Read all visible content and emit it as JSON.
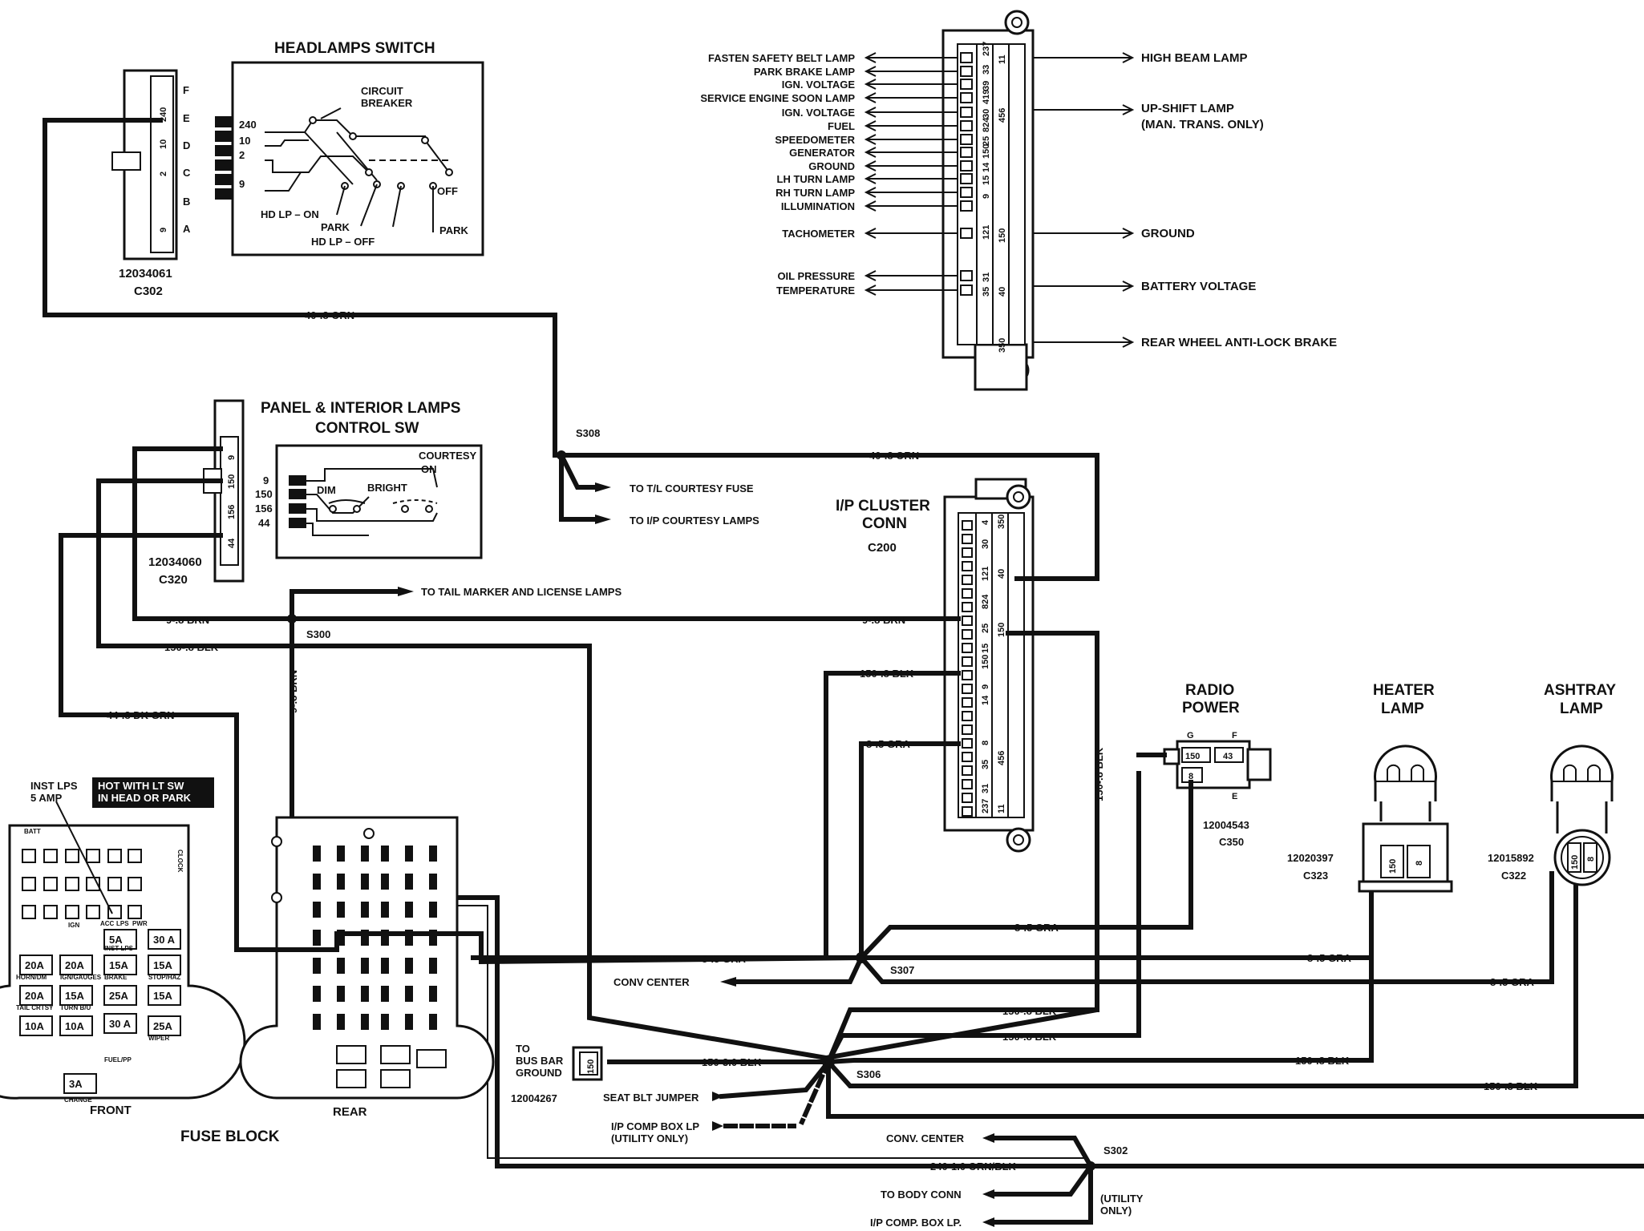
{
  "headlamps_switch": {
    "title": "HEADLAMPS SWITCH",
    "part_number": "12034061",
    "connector": "C302",
    "cavities": [
      "F",
      "E",
      "D",
      "C",
      "B",
      "A"
    ],
    "pin_labels": [
      "240",
      "10",
      "2",
      "9"
    ],
    "circuit_breaker": "CIRCUIT\nBREAKER",
    "positions": [
      "HD LP – ON",
      "PARK",
      "HD LP – OFF",
      "OFF",
      "PARK"
    ]
  },
  "cluster_top": {
    "left_labels": [
      "FASTEN SAFETY BELT LAMP",
      "PARK BRAKE LAMP",
      "IGN. VOLTAGE",
      "SERVICE ENGINE SOON LAMP",
      "IGN. VOLTAGE",
      "FUEL",
      "SPEEDOMETER",
      "GENERATOR",
      "GROUND",
      "LH TURN LAMP",
      "RH TURN LAMP",
      "ILLUMINATION",
      "TACHOMETER",
      "OIL PRESSURE",
      "TEMPERATURE"
    ],
    "pins_a": [
      "237",
      "33",
      "39",
      "419",
      "30",
      "824",
      "25",
      "150",
      "14",
      "15",
      "9",
      "121",
      "31",
      "35"
    ],
    "pins_b": [
      "11",
      "456",
      "150",
      "40",
      "350"
    ],
    "right_labels": [
      "HIGH BEAM LAMP",
      "UP-SHIFT LAMP",
      "(MAN. TRANS. ONLY)",
      "GROUND",
      "BATTERY VOLTAGE",
      "REAR WHEEL ANTI-LOCK BRAKE"
    ]
  },
  "panel_switch": {
    "title_line1": "PANEL & INTERIOR LAMPS",
    "title_line2": "CONTROL SW",
    "part_number": "12034060",
    "connector": "C320",
    "pins": [
      "9",
      "150",
      "156",
      "44"
    ],
    "labels": [
      "DIM",
      "BRIGHT",
      "COURTESY",
      "ON"
    ]
  },
  "cluster_conn": {
    "title_line1": "I/P CLUSTER",
    "title_line2": "CONN",
    "connector": "C200",
    "pins_a": [
      "4",
      "30",
      "121",
      "824",
      "25",
      "15",
      "150",
      "9",
      "14",
      "8",
      "35",
      "31",
      "237"
    ],
    "pins_b": [
      "350",
      "40",
      "150",
      "456",
      "11"
    ]
  },
  "wires": {
    "w40_orn_a": "40-.8 ORN",
    "w40_orn_b": "40-.8 ORN",
    "w9_brn_a": "9-.8 BRN",
    "w9_brn_b": "9-.8 BRN",
    "w9_brn_c": "9-.8 BRN",
    "w150_blk_a": "150-.8 BLK",
    "w150_blk_b": "150-.8 BLK",
    "w150_blk_c": "150-.8 BLK",
    "w150_blk_d": "150-.8 BLK",
    "w150_blk_e": "150-.8 BLK",
    "w150_blk_f": "150-.8 BLK",
    "w150_blk_g": "150-.8 BLK",
    "w44_dkgrn": "44-.8 DK GRN",
    "w8_gra_a": "8-.5 GRA",
    "w8_gra_b": "8-.5 GRA",
    "w8_gra_c": "8-.5 GRA",
    "w8_gra_d": "8-.5 GRA",
    "w8_gra_e": "8-.5 GRA",
    "w150_3blk": "150-3.0 BLK",
    "w240_orn_blk": "240-1.0 ORN/BLK"
  },
  "splices": [
    "S308",
    "S300",
    "S307",
    "S306",
    "S302"
  ],
  "destinations": {
    "tl_courtesy_fuse": "TO T/L COURTESY FUSE",
    "ip_courtesy_lamps": "TO I/P COURTESY LAMPS",
    "tail_marker": "TO TAIL MARKER AND LICENSE LAMPS",
    "conv_center_a": "CONV CENTER",
    "conv_center_b": "CONV. CENTER",
    "bus_bar": "TO\nBUS BAR\nGROUND",
    "bus_bar_part": "12004267",
    "bus_bar_pin": "150",
    "seat_blt": "SEAT BLT JUMPER",
    "ip_comp_lp": "I/P COMP BOX LP\n(UTILITY ONLY)",
    "body_conn": "TO BODY CONN",
    "ip_comp_lp2": "I/P COMP. BOX LP.",
    "utility_only": "(UTILITY\nONLY)"
  },
  "radio_power": {
    "title_line1": "RADIO",
    "title_line2": "POWER",
    "pins": [
      "150",
      "43",
      "8"
    ],
    "cavities": [
      "G",
      "F",
      "E"
    ],
    "part_number": "12004543",
    "connector": "C350"
  },
  "heater_lamp": {
    "title_line1": "HEATER",
    "title_line2": "LAMP",
    "pins": [
      "150",
      "8"
    ],
    "part_number": "12020397",
    "connector": "C323"
  },
  "ashtray_lamp": {
    "title_line1": "ASHTRAY",
    "title_line2": "LAMP",
    "pins": [
      "150",
      "8"
    ],
    "part_number": "12015892",
    "connector": "C322"
  },
  "fuse_block": {
    "title": "FUSE BLOCK",
    "front_label": "FRONT",
    "rear_label": "REAR",
    "inst_lps": "INST LPS\n5 AMP",
    "hot_note": "HOT WITH LT SW\nIN HEAD OR PARK",
    "fuses": [
      "20A",
      "20A",
      "15A",
      "15A",
      "20A",
      "15A",
      "25A",
      "15A",
      "10A",
      "10A",
      "30 A",
      "25A",
      "3A",
      "5A",
      "30 A"
    ],
    "fuse_tags": [
      "BATT",
      "IGN",
      "ACC",
      "LPS",
      "PWR",
      "INST LPS",
      "HORN/DM",
      "IGN/GAUGES",
      "BRAKE",
      "STOP/HAZ",
      "TAIL CRTSY",
      "TURN B/U",
      "WIPER",
      "FUEL/PP",
      "CHANGE",
      "CLOCK"
    ]
  }
}
